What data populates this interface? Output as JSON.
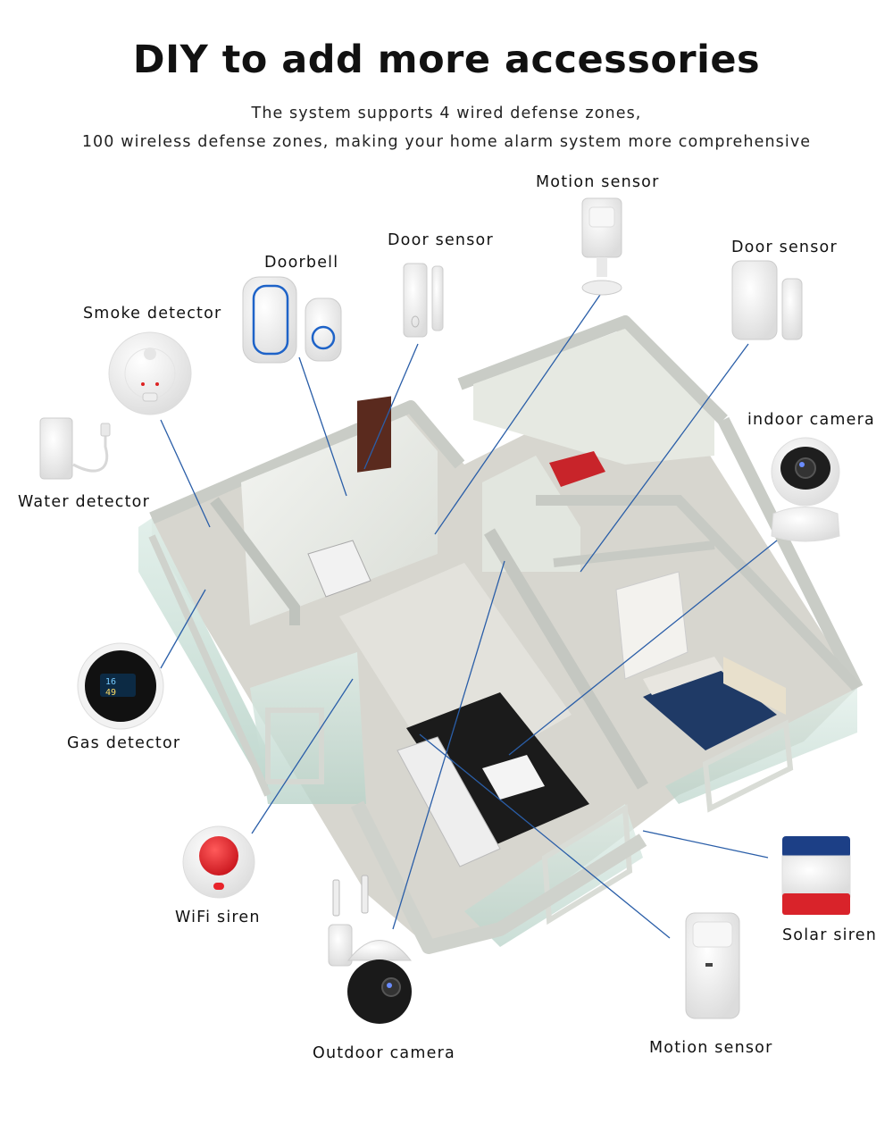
{
  "header": {
    "title": "DIY to add more accessories",
    "subtitle_line1": "The system supports 4 wired defense zones,",
    "subtitle_line2": "100 wireless defense zones, making your home alarm system more comprehensive"
  },
  "accessories": {
    "motion_sensor_top": "Motion sensor",
    "door_sensor_1": "Door sensor",
    "door_sensor_2": "Door sensor",
    "doorbell": "Doorbell",
    "smoke_detector": "Smoke detector",
    "indoor_camera": "indoor camera",
    "water_detector": "Water detector",
    "gas_detector": "Gas detector",
    "wifi_siren": "WiFi siren",
    "solar_siren": "Solar siren",
    "outdoor_camera": "Outdoor camera",
    "motion_sensor_bottom": "Motion sensor"
  },
  "gas_detector_display": {
    "reading_top": "16",
    "reading_bottom": "49"
  },
  "colors": {
    "connector_line": "#2a5ea8",
    "siren_red": "#e8232a",
    "doorbell_blue": "#1e63c8",
    "wall": "#e9ece8",
    "floor": "#d6d4cc"
  }
}
